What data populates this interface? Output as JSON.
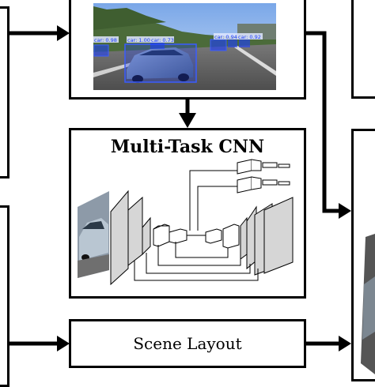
{
  "cnn_box": {
    "title": "Multi-Task CNN"
  },
  "layout_box": {
    "title": "Scene Layout"
  },
  "detection": {
    "labels": [
      {
        "text": "car: 0.98"
      },
      {
        "text": "car: 1.00"
      },
      {
        "text": "car: 0.73"
      },
      {
        "text": "car: 0.94"
      },
      {
        "text": "car: 0.92"
      }
    ]
  },
  "colors": {
    "line": "#000000",
    "box_blue": "#1a3cff",
    "sky": "#8fb7ef",
    "road": "#5f5f5f"
  }
}
